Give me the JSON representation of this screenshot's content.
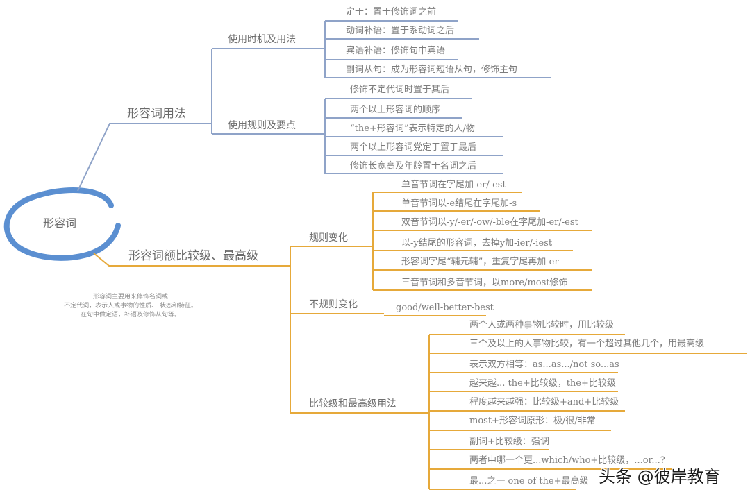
{
  "colors": {
    "blue_branch": "#8fa3c8",
    "orange_branch": "#e6a93a",
    "center_ring": "#5b8fd1",
    "text": "#7a7a7a",
    "background": "#ffffff"
  },
  "center": {
    "label": "形容词"
  },
  "note": {
    "lines": [
      "形容词主要用来修饰名词或",
      "不定代词，表示人或事物的性质、 状态和特征。",
      "在句中做定语，补语及修饰从句等。"
    ]
  },
  "branches": [
    {
      "label": "形容词用法",
      "color": "blue",
      "children": [
        {
          "label": "使用时机及用法",
          "items": [
            "定于：置于修饰词之前",
            "动词补语：置于系动词之后",
            "宾语补语：修饰句中宾语",
            "副词从句：成为形容词短语从句，修饰主句"
          ]
        },
        {
          "label": "使用规则及要点",
          "items": [
            "修饰不定代词时置于其后",
            "两个以上形容词的顺序",
            "“the+形容词”表示特定的人/物",
            "两个以上形容词党定于置于最后",
            "修饰长宽高及年龄置于名词之后"
          ]
        }
      ]
    },
    {
      "label": "形容词额比较级、最高级",
      "color": "orange",
      "children": [
        {
          "label": "规则变化",
          "items": [
            "单音节词在字尾加-er/-est",
            "单音节词以-e结尾在字尾加-s",
            "双音节词以-y/-er/-ow/-ble在字尾加-er/-est",
            "以-y结尾的形容词，去掉y加-ier/-iest",
            "形容词字尾“辅元辅”，重复字尾再加-er",
            "三音节词和多音节词，以more/most修饰"
          ]
        },
        {
          "label": "不规则变化",
          "items": [
            "good/well-better-best"
          ]
        },
        {
          "label": "比较级和最高级用法",
          "items": [
            "两个人或两种事物比较时，用比较级",
            "三个及以上的人事物比较，有一个超过其他几个，用最高级",
            "表示双方相等：as...as.../not so...as",
            "越来越... the+比较级，the+比较级",
            "程度越来越强：比较级+and+比较级",
            "most+形容词原形：极/很/非常",
            "副词+比较级：强调",
            "两者中哪一个更...which/who+比较级，...or...?",
            "最...之一 one of the+最高级"
          ]
        }
      ]
    }
  ],
  "watermark": {
    "text": "头条 @彼岸教育"
  }
}
